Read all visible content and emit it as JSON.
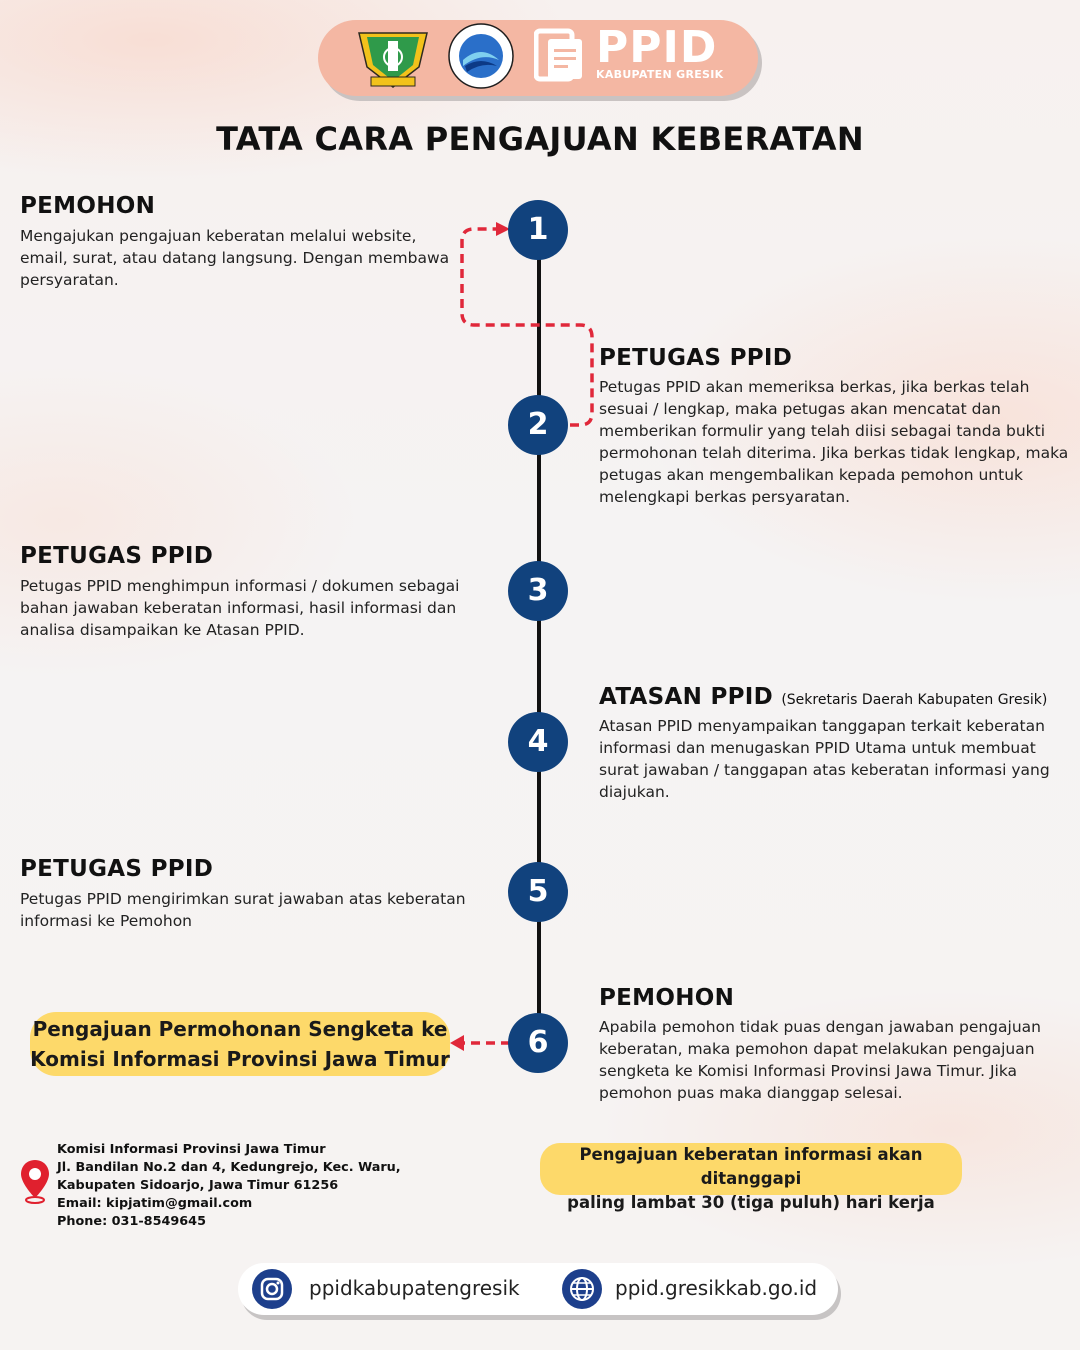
{
  "header": {
    "logo_text": "PPID",
    "logo_subtitle": "KABUPATEN GRESIK"
  },
  "title": "TATA CARA PENGAJUAN KEBERATAN",
  "steps": [
    {
      "number": "1",
      "heading": "PEMOHON",
      "text_lines": [
        "Mengajukan pengajuan keberatan melalui website,",
        "email, surat, atau datang langsung. Dengan membawa",
        "persyaratan."
      ]
    },
    {
      "number": "2",
      "heading": "PETUGAS PPID",
      "text_lines": [
        "Petugas PPID akan memeriksa berkas, jika berkas telah",
        "sesuai / lengkap, maka petugas akan mencatat dan",
        "memberikan formulir yang telah diisi sebagai tanda bukti",
        "permohonan telah diterima. Jika berkas tidak lengkap, maka",
        "petugas akan mengembalikan kepada pemohon untuk",
        "melengkapi berkas persyaratan."
      ]
    },
    {
      "number": "3",
      "heading": "PETUGAS PPID",
      "text_lines": [
        "Petugas PPID menghimpun informasi / dokumen sebagai",
        "bahan jawaban keberatan informasi, hasil informasi dan",
        "analisa disampaikan ke Atasan PPID."
      ]
    },
    {
      "number": "4",
      "heading": "ATASAN PPID",
      "heading_note": "(Sekretaris Daerah Kabupaten Gresik)",
      "text_lines": [
        "Atasan PPID menyampaikan tanggapan terkait keberatan",
        "informasi dan menugaskan PPID Utama untuk membuat",
        "surat jawaban / tanggapan atas keberatan informasi yang",
        "diajukan."
      ]
    },
    {
      "number": "5",
      "heading": "PETUGAS PPID",
      "text_lines": [
        "Petugas PPID mengirimkan surat jawaban atas keberatan",
        "informasi ke Pemohon"
      ]
    },
    {
      "number": "6",
      "heading": "PEMOHON",
      "text_lines": [
        "Apabila pemohon tidak puas dengan jawaban pengajuan",
        "keberatan, maka pemohon dapat melakukan pengajuan",
        "sengketa ke Komisi Informasi Provinsi Jawa Timur. Jika",
        "pemohon puas maka dianggap selesai."
      ]
    }
  ],
  "dispute_box": [
    "Pengajuan Permohonan Sengketa ke",
    "Komisi Informasi Provinsi Jawa Timur"
  ],
  "deadline_box": [
    "Pengajuan keberatan informasi akan ditanggapi",
    "paling lambat 30 (tiga puluh) hari kerja"
  ],
  "contact": {
    "lines": [
      "Komisi Informasi Provinsi Jawa Timur",
      "Jl. Bandilan No.2 dan 4, Kedungrejo, Kec. Waru,",
      "Kabupaten Sidoarjo, Jawa Timur 61256",
      "Email: kipjatim@gmail.com",
      "Phone: 031-8549645"
    ],
    "icon": "location-pin-icon"
  },
  "social": {
    "instagram": "ppidkabupatengresik",
    "website": "ppid.gresikkab.go.id"
  },
  "colors": {
    "step_circle": "#11427d",
    "dashed_arrow": "#e0283a",
    "highlight_yellow": "#fdd96a",
    "header_pill": "#f4b7a3"
  }
}
